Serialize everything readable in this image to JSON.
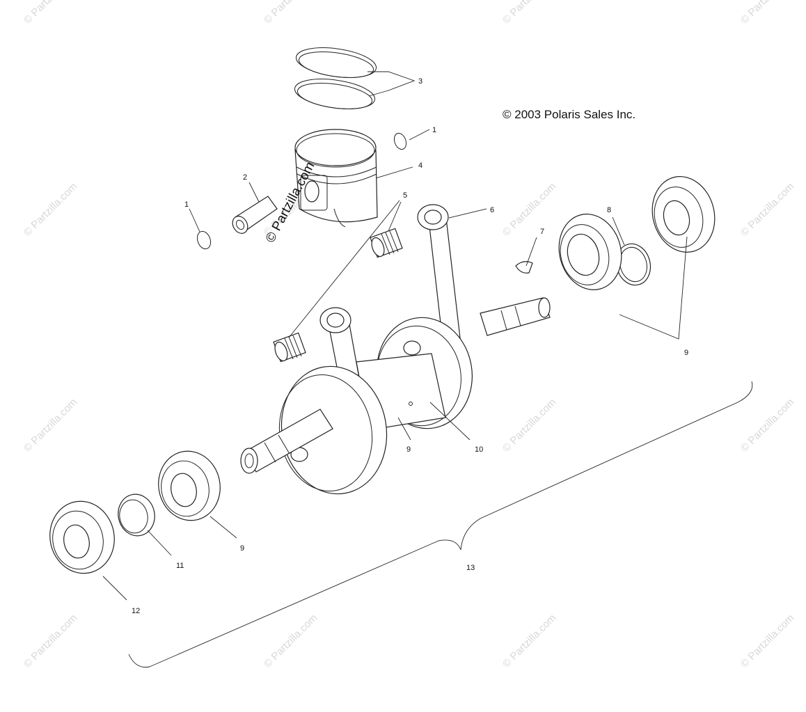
{
  "copyright": "© 2003 Polaris Sales Inc.",
  "watermark": "© Partzilla.com",
  "watermark_color": "#d8d8d8",
  "line_color": "#222222",
  "callouts": {
    "c1a": "1",
    "c1b": "1",
    "c2": "2",
    "c3": "3",
    "c4": "4",
    "c5": "5",
    "c6": "6",
    "c7": "7",
    "c8": "8",
    "c9a": "9",
    "c9b": "9",
    "c9c": "9",
    "c10": "10",
    "c11": "11",
    "c12": "12",
    "c13": "13"
  }
}
